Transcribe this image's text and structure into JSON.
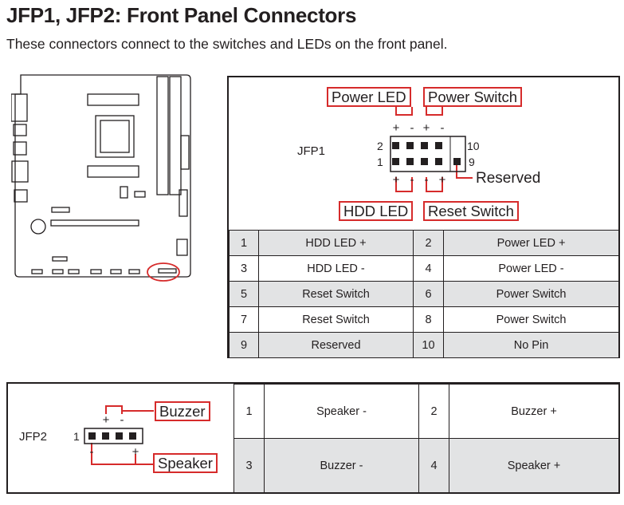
{
  "title": "JFP1, JFP2: Front Panel Connectors",
  "subtitle": "These connectors connect to the switches and LEDs on the front panel.",
  "jfp1": {
    "name": "JFP1",
    "labels": {
      "power_led": "Power LED",
      "power_switch": "Power Switch",
      "hdd_led": "HDD LED",
      "reset_switch": "Reset Switch",
      "reserved": "Reserved"
    },
    "pin_numbers": {
      "top_left": "2",
      "bottom_left": "1",
      "top_right": "10",
      "bottom_right": "9"
    },
    "polarity": {
      "plus": "+",
      "minus": "-"
    },
    "rows": [
      {
        "pin_a": "1",
        "name_a": "HDD LED +",
        "pin_b": "2",
        "name_b": "Power LED +"
      },
      {
        "pin_a": "3",
        "name_a": "HDD LED -",
        "pin_b": "4",
        "name_b": "Power LED -"
      },
      {
        "pin_a": "5",
        "name_a": "Reset Switch",
        "pin_b": "6",
        "name_b": "Power Switch"
      },
      {
        "pin_a": "7",
        "name_a": "Reset Switch",
        "pin_b": "8",
        "name_b": "Power Switch"
      },
      {
        "pin_a": "9",
        "name_a": "Reserved",
        "pin_b": "10",
        "name_b": "No Pin"
      }
    ]
  },
  "jfp2": {
    "name": "JFP2",
    "labels": {
      "buzzer": "Buzzer",
      "speaker": "Speaker"
    },
    "pin_number": "1",
    "rows": [
      {
        "pin_a": "1",
        "name_a": "Speaker -",
        "pin_b": "2",
        "name_b": "Buzzer +"
      },
      {
        "pin_a": "3",
        "name_a": "Buzzer -",
        "pin_b": "4",
        "name_b": "Speaker +"
      }
    ]
  },
  "colors": {
    "accent_red": "#d62b2b",
    "row_shade": "#e2e3e4",
    "ink": "#231f20"
  }
}
